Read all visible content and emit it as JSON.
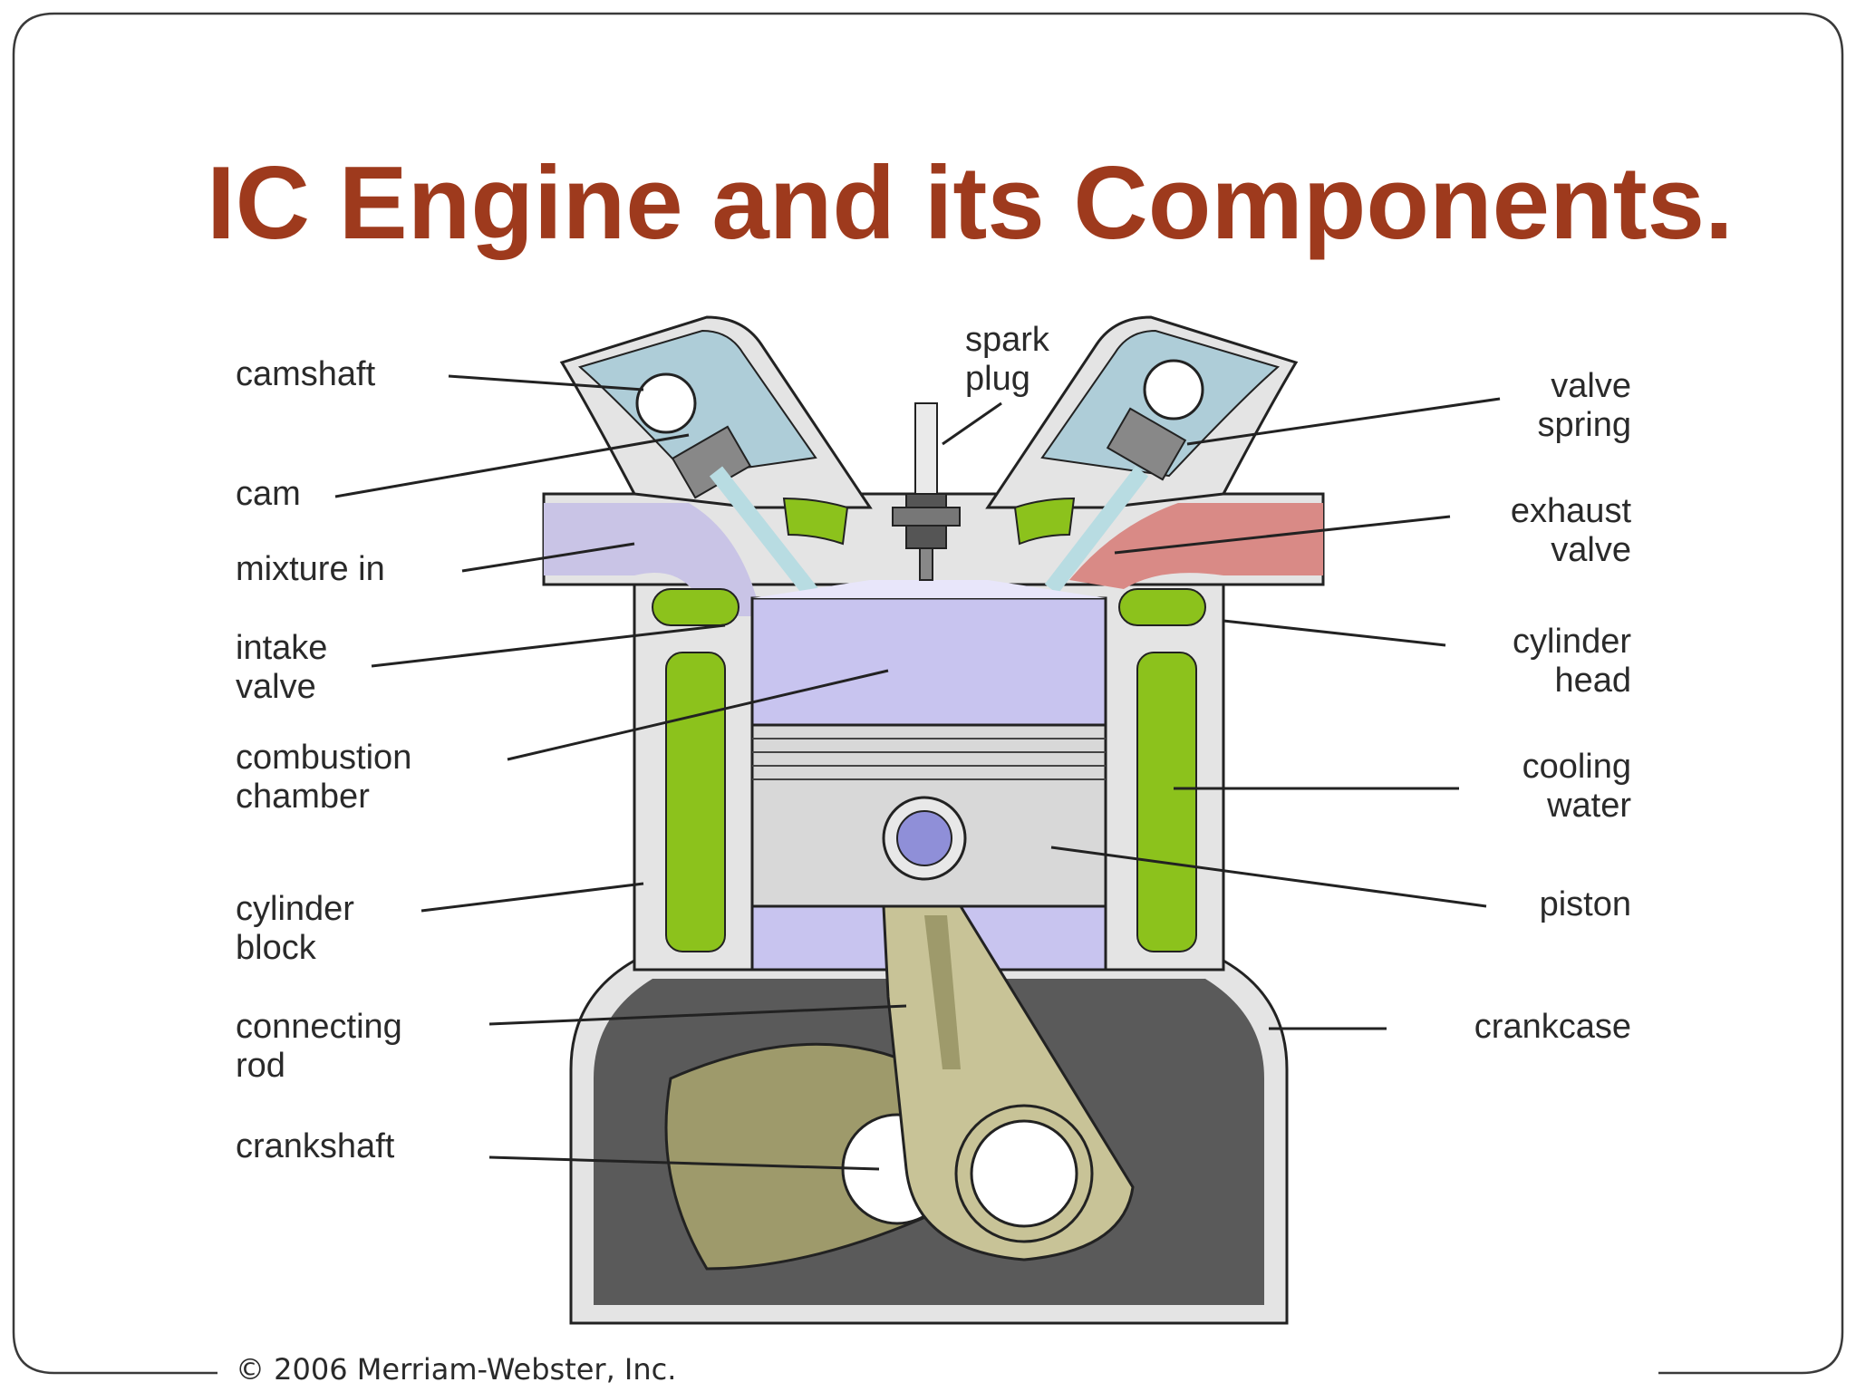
{
  "title": "IC Engine and its Components.",
  "labels": {
    "camshaft": "camshaft",
    "cam": "cam",
    "mixture_in": "mixture in",
    "intake_valve_1": "intake",
    "intake_valve_2": "valve",
    "combustion_1": "combustion",
    "combustion_2": "chamber",
    "cyl_block_1": "cylinder",
    "cyl_block_2": "block",
    "conrod_1": "connecting",
    "conrod_2": "rod",
    "crankshaft": "crankshaft",
    "spark_1": "spark",
    "spark_2": "plug",
    "valve_spring_1": "valve",
    "valve_spring_2": "spring",
    "exhaust_1": "exhaust",
    "exhaust_2": "valve",
    "cyl_head_1": "cylinder",
    "cyl_head_2": "head",
    "cooling_1": "cooling",
    "cooling_2": "water",
    "piston": "piston",
    "crankcase": "crankcase"
  },
  "copyright": "© 2006 Merriam-Webster, Inc.",
  "colors": {
    "title": "#9e3a1d",
    "coolant": "#8cc21c",
    "head_cover": "#aecdd8",
    "intake_mixture": "#c9c4e6",
    "exhaust_gas": "#d98a86",
    "chamber": "#c8c4ef",
    "crankcase": "#5a5a5a",
    "rod": "#c8c397"
  }
}
